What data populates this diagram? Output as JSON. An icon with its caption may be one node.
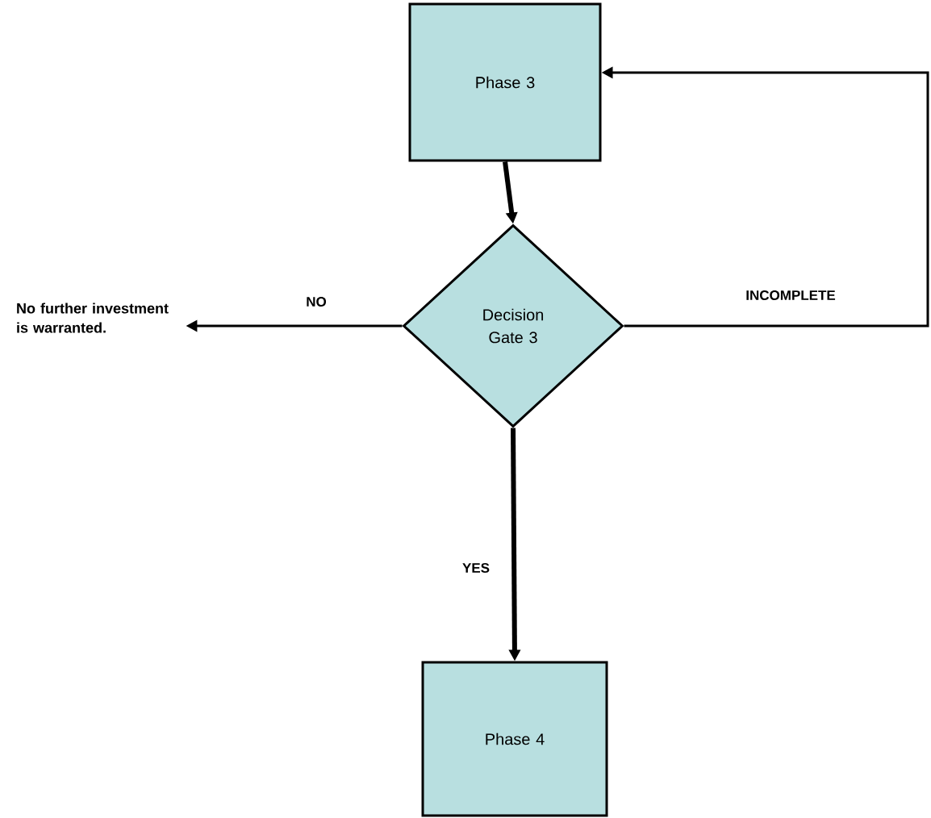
{
  "diagram": {
    "nodes": [
      {
        "text": [
          "Phase 3"
        ]
      },
      {
        "text": [
          "Decision Gate 3"
        ]
      },
      {
        "text": [
          "No further investment is warranted."
        ]
      },
      {
        "text": [
          "Phase 4"
        ]
      }
    ],
    "edges": [
      {
        "from": 0,
        "to": 1,
        "arrow": "to",
        "style": "thick"
      },
      {
        "from": 1,
        "to": 2,
        "arrow": "to",
        "label": "NO"
      },
      {
        "from": 1,
        "to": 0,
        "arrow": "to",
        "label": "INCOMPLETE"
      },
      {
        "from": 1,
        "to": 3,
        "arrow": "to",
        "label": "YES",
        "style": "thick"
      }
    ]
  }
}
